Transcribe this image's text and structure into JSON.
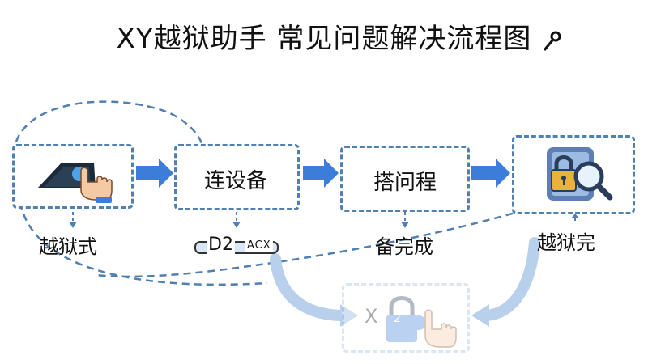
{
  "title": "XY越狱助手 常见问题解决流程图",
  "steps": [
    {
      "label": "",
      "sublabel": "越狱式"
    },
    {
      "label": "连设备",
      "sublabel": "D2",
      "sublabel2": "ACX"
    },
    {
      "label": "搭问程",
      "sublabel": "备完成"
    },
    {
      "label": "",
      "sublabel": "越狱完"
    }
  ],
  "bottom_box": {
    "label": "X",
    "badge": "2"
  },
  "colors": {
    "arrow": "#3b7dd8",
    "border": "#4f7fb3",
    "faded": "#b9d0ec"
  }
}
